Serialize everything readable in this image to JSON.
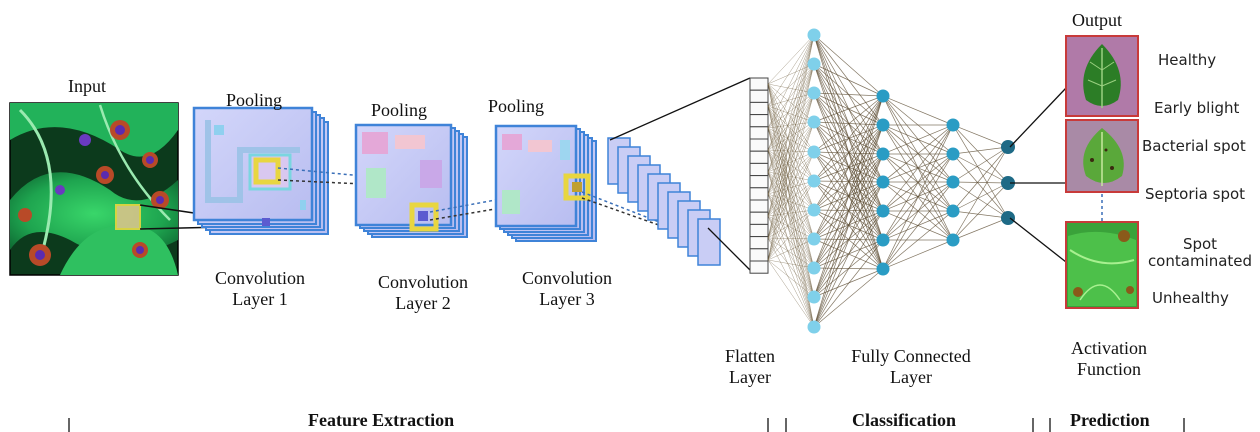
{
  "labels": {
    "input": "Input",
    "pooling_1": "Pooling",
    "pooling_2": "Pooling",
    "pooling_3": "Pooling",
    "conv1_line1": "Convolution",
    "conv1_line2": "Layer 1",
    "conv2_line1": "Convolution",
    "conv2_line2": "Layer 2",
    "conv3_line1": "Convolution",
    "conv3_line2": "Layer 3",
    "flatten_line1": "Flatten",
    "flatten_line2": "Layer",
    "fc_line1": "Fully Connected",
    "fc_line2": "Layer",
    "activation_line1": "Activation",
    "activation_line2": "Function",
    "output": "Output"
  },
  "classes": {
    "healthy": "Healthy",
    "early_blight": "Early blight",
    "bacterial_spot": "Bacterial spot",
    "septoria_spot": "Septoria spot",
    "spot_line1": "Spot",
    "spot_line2": "contaminated",
    "unhealthy": "Unhealthy"
  },
  "sections": {
    "feature_extraction": "Feature Extraction",
    "classification": "Classification",
    "prediction": "Prediction"
  },
  "colors": {
    "node_light": "#7fd0ea",
    "node_mid": "#2a9cc4",
    "node_dark": "#1e6a86",
    "feature_map": "#c4c8f3",
    "feature_map_border": "#3f83d8",
    "highlight": "#e8d640",
    "output_frame": "#c83a3a"
  },
  "icons": {
    "input_image": "tomato-leaf-photo",
    "output_images": [
      "healthy-leaf-photo",
      "bacterial-spot-leaf-photo",
      "contaminated-leaf-photo"
    ]
  }
}
